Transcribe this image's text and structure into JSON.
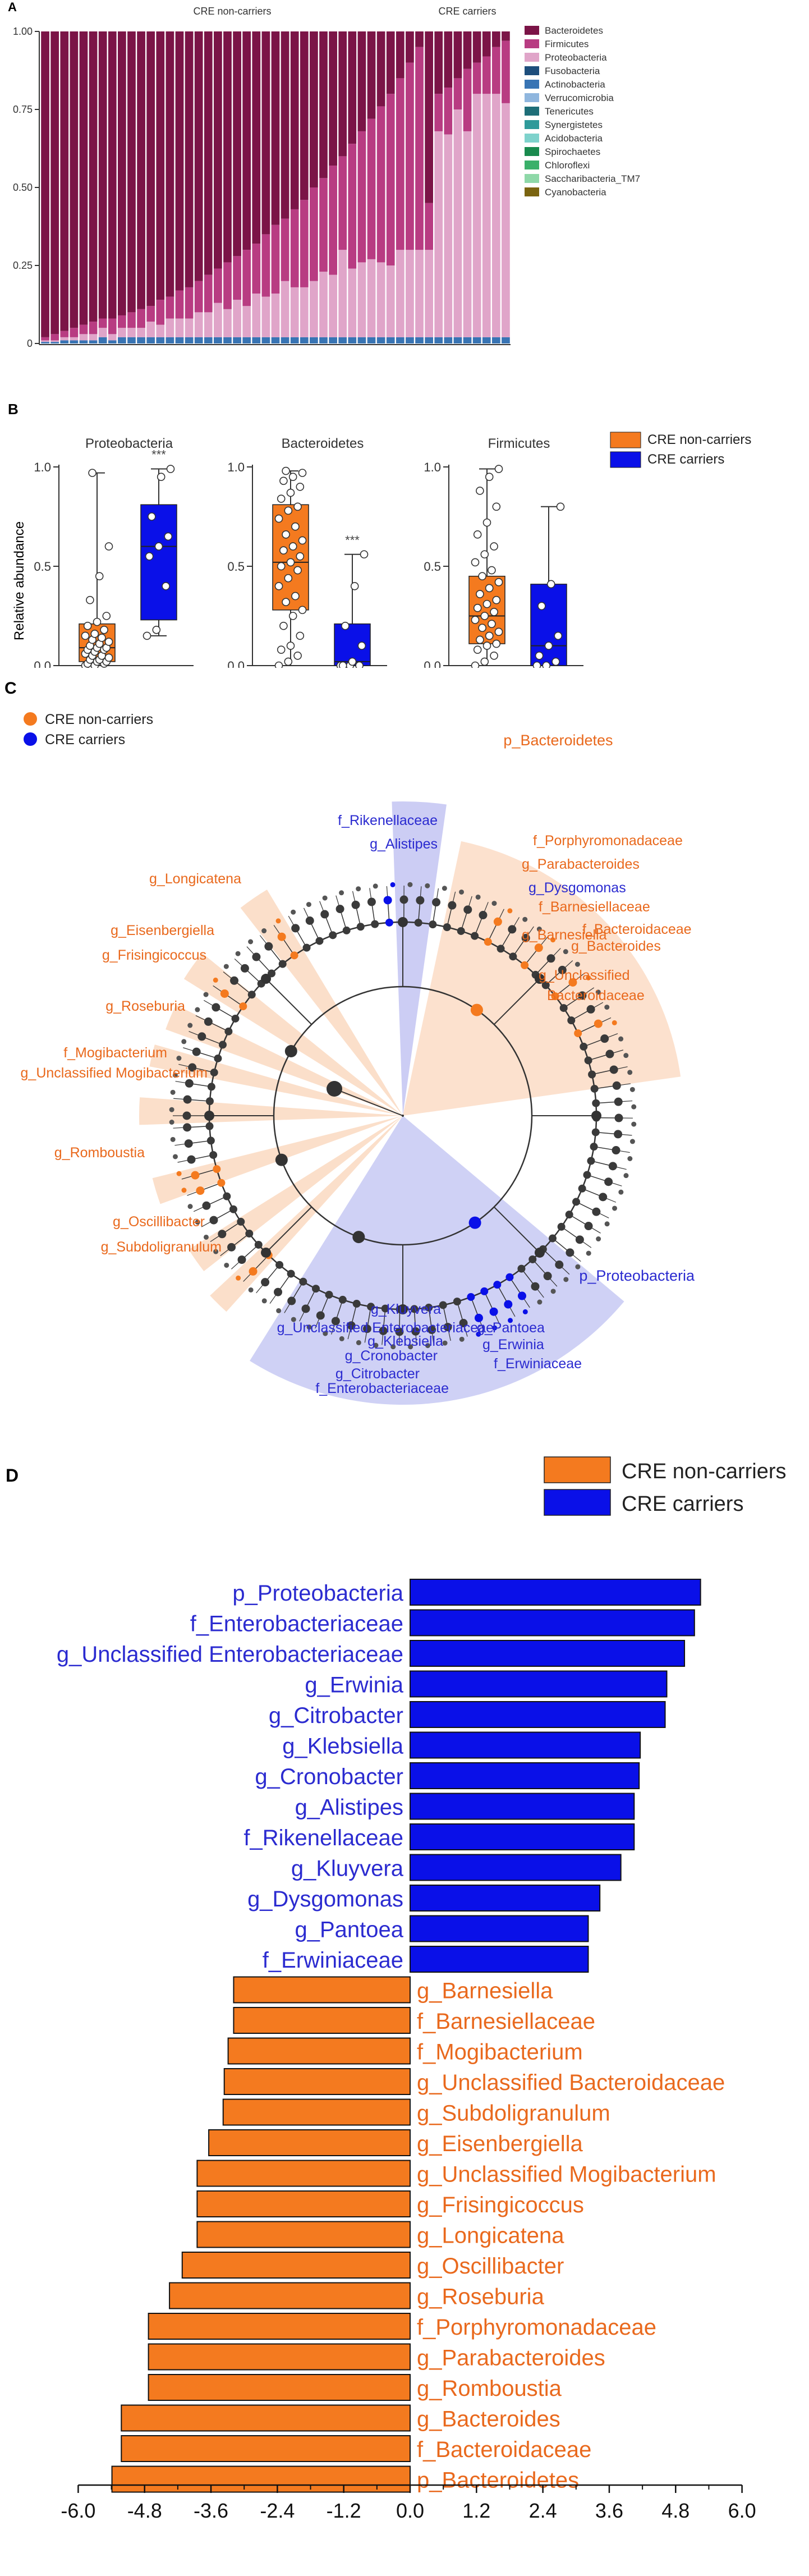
{
  "panels": {
    "a": "A",
    "b": "B",
    "c": "C",
    "d": "D"
  },
  "colors": {
    "noncarrier": "#f47a1f",
    "carrier": "#0a10e8",
    "noncarrier_text": "#e9691d",
    "carrier_text": "#2b2bd0"
  },
  "chart_data": [
    {
      "type": "bar",
      "id": "A",
      "stacked": true,
      "group_labels": [
        "CRE non-carriers",
        "CRE carriers"
      ],
      "n_noncarriers": 40,
      "n_carriers": 9,
      "yticks": [
        "0",
        "0.25",
        "0.50",
        "0.75",
        "1.00"
      ],
      "ylim": [
        0,
        1
      ],
      "legend": [
        {
          "name": "Bacteroidetes",
          "color": "#7b1447"
        },
        {
          "name": "Firmicutes",
          "color": "#b83c82"
        },
        {
          "name": "Proteobacteria",
          "color": "#e0a5c9"
        },
        {
          "name": "Fusobacteria",
          "color": "#1e4e7c"
        },
        {
          "name": "Actinobacteria",
          "color": "#3874b4"
        },
        {
          "name": "Verrucomicrobia",
          "color": "#8fb6de"
        },
        {
          "name": "Tenericutes",
          "color": "#1e6e78"
        },
        {
          "name": "Synergistetes",
          "color": "#2e9a9a"
        },
        {
          "name": "Acidobacteria",
          "color": "#7ed2cc"
        },
        {
          "name": "Spirochaetes",
          "color": "#198a4e"
        },
        {
          "name": "Chloroflexi",
          "color": "#3ab06a"
        },
        {
          "name": "Saccharibacteria_TM7",
          "color": "#8ed8a8"
        },
        {
          "name": "Cyanobacteria",
          "color": "#7a6410"
        }
      ],
      "samples_bacteroidetes": [
        0.98,
        0.97,
        0.96,
        0.95,
        0.94,
        0.93,
        0.92,
        0.92,
        0.91,
        0.9,
        0.89,
        0.88,
        0.86,
        0.85,
        0.83,
        0.82,
        0.8,
        0.78,
        0.76,
        0.74,
        0.72,
        0.7,
        0.68,
        0.65,
        0.62,
        0.6,
        0.57,
        0.54,
        0.5,
        0.47,
        0.43,
        0.4,
        0.36,
        0.32,
        0.28,
        0.24,
        0.2,
        0.15,
        0.1,
        0.05,
        0.55,
        0.2,
        0.18,
        0.15,
        0.12,
        0.1,
        0.08,
        0.05,
        0.03
      ],
      "samples_firmicutes": [
        0.01,
        0.02,
        0.02,
        0.03,
        0.03,
        0.04,
        0.03,
        0.05,
        0.04,
        0.05,
        0.06,
        0.05,
        0.08,
        0.07,
        0.09,
        0.1,
        0.1,
        0.12,
        0.11,
        0.15,
        0.14,
        0.18,
        0.16,
        0.2,
        0.22,
        0.2,
        0.25,
        0.28,
        0.3,
        0.3,
        0.35,
        0.3,
        0.4,
        0.42,
        0.45,
        0.5,
        0.55,
        0.55,
        0.6,
        0.65,
        0.15,
        0.12,
        0.15,
        0.1,
        0.2,
        0.1,
        0.12,
        0.15,
        0.2
      ],
      "samples_proteobacteria": [
        0.005,
        0.005,
        0.01,
        0.01,
        0.02,
        0.02,
        0.03,
        0.02,
        0.03,
        0.03,
        0.03,
        0.05,
        0.04,
        0.06,
        0.06,
        0.06,
        0.08,
        0.08,
        0.11,
        0.09,
        0.12,
        0.1,
        0.14,
        0.13,
        0.14,
        0.18,
        0.16,
        0.16,
        0.18,
        0.21,
        0.2,
        0.28,
        0.22,
        0.24,
        0.25,
        0.24,
        0.23,
        0.28,
        0.28,
        0.28,
        0.28,
        0.66,
        0.65,
        0.73,
        0.66,
        0.78,
        0.78,
        0.78,
        0.75
      ],
      "samples_other": [
        0.005,
        0.005,
        0.01,
        0.01,
        0.01,
        0.01,
        0.02,
        0.01,
        0.02,
        0.02,
        0.02,
        0.02,
        0.02,
        0.02,
        0.02,
        0.02,
        0.02,
        0.02,
        0.02,
        0.02,
        0.02,
        0.02,
        0.02,
        0.02,
        0.02,
        0.02,
        0.02,
        0.02,
        0.02,
        0.02,
        0.02,
        0.02,
        0.02,
        0.02,
        0.02,
        0.02,
        0.02,
        0.02,
        0.02,
        0.02,
        0.02,
        0.02,
        0.02,
        0.02,
        0.02,
        0.02,
        0.02,
        0.02,
        0.02
      ]
    },
    {
      "type": "box",
      "id": "B",
      "ylabel": "Relative abundance",
      "yticks": [
        "0.0",
        "0.5",
        "1.0"
      ],
      "ylim": [
        0,
        1
      ],
      "legend": [
        "CRE non-carriers",
        "CRE carriers"
      ],
      "subplots": [
        {
          "title": "Proteobacteria",
          "significance": "***",
          "noncarriers": {
            "min": 0.0,
            "q1": 0.02,
            "median": 0.09,
            "q3": 0.21,
            "max": 0.97,
            "points": [
              0.0,
              0.0,
              0.01,
              0.01,
              0.02,
              0.02,
              0.03,
              0.03,
              0.04,
              0.05,
              0.05,
              0.06,
              0.07,
              0.08,
              0.08,
              0.09,
              0.09,
              0.1,
              0.11,
              0.12,
              0.13,
              0.14,
              0.15,
              0.16,
              0.18,
              0.2,
              0.22,
              0.25,
              0.33,
              0.45,
              0.6,
              0.97
            ]
          },
          "carriers": {
            "min": 0.15,
            "q1": 0.23,
            "median": 0.6,
            "q3": 0.81,
            "max": 0.99,
            "points": [
              0.15,
              0.18,
              0.4,
              0.55,
              0.6,
              0.65,
              0.75,
              0.95,
              0.99
            ]
          }
        },
        {
          "title": "Bacteroidetes",
          "significance": "***",
          "noncarriers": {
            "min": 0.0,
            "q1": 0.28,
            "median": 0.52,
            "q3": 0.81,
            "max": 0.98,
            "points": [
              0.0,
              0.02,
              0.05,
              0.08,
              0.1,
              0.15,
              0.2,
              0.25,
              0.28,
              0.32,
              0.35,
              0.4,
              0.44,
              0.48,
              0.5,
              0.52,
              0.55,
              0.58,
              0.6,
              0.63,
              0.66,
              0.7,
              0.74,
              0.78,
              0.8,
              0.84,
              0.87,
              0.9,
              0.93,
              0.95,
              0.97,
              0.98
            ]
          },
          "carriers": {
            "min": 0.0,
            "q1": 0.0,
            "median": 0.02,
            "q3": 0.21,
            "max": 0.56,
            "points": [
              0.0,
              0.0,
              0.0,
              0.0,
              0.02,
              0.1,
              0.2,
              0.4,
              0.56
            ]
          }
        },
        {
          "title": "Firmicutes",
          "significance": "",
          "noncarriers": {
            "min": 0.0,
            "q1": 0.11,
            "median": 0.25,
            "q3": 0.45,
            "max": 0.99,
            "points": [
              0.0,
              0.02,
              0.05,
              0.08,
              0.1,
              0.11,
              0.13,
              0.15,
              0.17,
              0.19,
              0.21,
              0.23,
              0.25,
              0.27,
              0.29,
              0.31,
              0.33,
              0.36,
              0.39,
              0.42,
              0.45,
              0.48,
              0.52,
              0.56,
              0.6,
              0.66,
              0.72,
              0.8,
              0.88,
              0.95,
              0.99
            ]
          },
          "carriers": {
            "min": 0.0,
            "q1": 0.0,
            "median": 0.1,
            "q3": 0.41,
            "max": 0.8,
            "points": [
              0.0,
              0.0,
              0.02,
              0.05,
              0.1,
              0.15,
              0.3,
              0.41,
              0.8
            ]
          }
        }
      ]
    },
    {
      "type": "cladogram",
      "id": "C",
      "legend": [
        "CRE non-carriers",
        "CRE carriers"
      ],
      "labels": [
        {
          "text": "p_Bacteroidetes",
          "group": "noncarrier"
        },
        {
          "text": "f_Rikenellaceae",
          "group": "carrier"
        },
        {
          "text": "g_Alistipes",
          "group": "carrier"
        },
        {
          "text": "f_Porphyromonadaceae",
          "group": "noncarrier"
        },
        {
          "text": "g_Parabacteroides",
          "group": "noncarrier"
        },
        {
          "text": "g_Dysgomonas",
          "group": "carrier"
        },
        {
          "text": "f_Barnesiellaceae",
          "group": "noncarrier"
        },
        {
          "text": "g_Barnesiella",
          "group": "noncarrier"
        },
        {
          "text": "f_Bacteroidaceae",
          "group": "noncarrier"
        },
        {
          "text": "g_Bacteroides",
          "group": "noncarrier"
        },
        {
          "text": "g_Unclassified",
          "group": "noncarrier"
        },
        {
          "text": "Bacteroidaceae",
          "group": "noncarrier"
        },
        {
          "text": "g_Longicatena",
          "group": "noncarrier"
        },
        {
          "text": "g_Eisenbergiella",
          "group": "noncarrier"
        },
        {
          "text": "g_Frisingicoccus",
          "group": "noncarrier"
        },
        {
          "text": "g_Roseburia",
          "group": "noncarrier"
        },
        {
          "text": "f_Mogibacterium",
          "group": "noncarrier"
        },
        {
          "text": "g_Unclassified Mogibacterium",
          "group": "noncarrier"
        },
        {
          "text": "g_Romboustia",
          "group": "noncarrier"
        },
        {
          "text": "g_Oscillibacter",
          "group": "noncarrier"
        },
        {
          "text": "g_Subdoligranulum",
          "group": "noncarrier"
        },
        {
          "text": "p_Proteobacteria",
          "group": "carrier"
        },
        {
          "text": "g_Kluyvera",
          "group": "carrier"
        },
        {
          "text": "g_Unclassified Enterobacteriaceae",
          "group": "carrier"
        },
        {
          "text": "g_Klebsiella",
          "group": "carrier"
        },
        {
          "text": "g_Cronobacter",
          "group": "carrier"
        },
        {
          "text": "g_Citrobacter",
          "group": "carrier"
        },
        {
          "text": "f_Enterobacteriaceae",
          "group": "carrier"
        },
        {
          "text": "g_Pantoea",
          "group": "carrier"
        },
        {
          "text": "g_Erwinia",
          "group": "carrier"
        },
        {
          "text": "f_Erwiniaceae",
          "group": "carrier"
        }
      ]
    },
    {
      "type": "bar",
      "id": "D",
      "orientation": "horizontal",
      "legend": [
        "CRE non-carriers",
        "CRE carriers"
      ],
      "xticks": [
        "-6.0",
        "-4.8",
        "-3.6",
        "-2.4",
        "-1.2",
        "0.0",
        "1.2",
        "2.4",
        "3.6",
        "4.8",
        "6.0"
      ],
      "xlim": [
        -6.0,
        6.0
      ],
      "bars": [
        {
          "label": "p_Proteobacteria",
          "value": 5.25,
          "group": "carrier"
        },
        {
          "label": "f_Enterobacteriaceae",
          "value": 5.14,
          "group": "carrier"
        },
        {
          "label": "g_Unclassified Enterobacteriaceae",
          "value": 4.96,
          "group": "carrier"
        },
        {
          "label": "g_Erwinia",
          "value": 4.64,
          "group": "carrier"
        },
        {
          "label": "g_Citrobacter",
          "value": 4.61,
          "group": "carrier"
        },
        {
          "label": "g_Klebsiella",
          "value": 4.16,
          "group": "carrier"
        },
        {
          "label": "g_Cronobacter",
          "value": 4.14,
          "group": "carrier"
        },
        {
          "label": "g_Alistipes",
          "value": 4.05,
          "group": "carrier"
        },
        {
          "label": "f_Rikenellaceae",
          "value": 4.05,
          "group": "carrier"
        },
        {
          "label": "g_Kluyvera",
          "value": 3.81,
          "group": "carrier"
        },
        {
          "label": "g_Dysgomonas",
          "value": 3.43,
          "group": "carrier"
        },
        {
          "label": "g_Pantoea",
          "value": 3.22,
          "group": "carrier"
        },
        {
          "label": "f_Erwiniaceae",
          "value": 3.22,
          "group": "carrier"
        },
        {
          "label": "g_Barnesiella",
          "value": -3.19,
          "group": "noncarrier"
        },
        {
          "label": "f_Barnesiellaceae",
          "value": -3.19,
          "group": "noncarrier"
        },
        {
          "label": "f_Mogibacterium",
          "value": -3.29,
          "group": "noncarrier"
        },
        {
          "label": "g_Unclassified Bacteroidaceae",
          "value": -3.36,
          "group": "noncarrier"
        },
        {
          "label": "g_Subdoligranulum",
          "value": -3.38,
          "group": "noncarrier"
        },
        {
          "label": "g_Eisenbergiella",
          "value": -3.64,
          "group": "noncarrier"
        },
        {
          "label": "g_Unclassified Mogibacterium",
          "value": -3.85,
          "group": "noncarrier"
        },
        {
          "label": "g_Frisingicoccus",
          "value": -3.85,
          "group": "noncarrier"
        },
        {
          "label": "g_Longicatena",
          "value": -3.85,
          "group": "noncarrier"
        },
        {
          "label": "g_Oscillibacter",
          "value": -4.12,
          "group": "noncarrier"
        },
        {
          "label": "g_Roseburia",
          "value": -4.35,
          "group": "noncarrier"
        },
        {
          "label": "f_Porphyromonadaceae",
          "value": -4.73,
          "group": "noncarrier"
        },
        {
          "label": "g_Parabacteroides",
          "value": -4.73,
          "group": "noncarrier"
        },
        {
          "label": "g_Romboustia",
          "value": -4.73,
          "group": "noncarrier"
        },
        {
          "label": "g_Bacteroides",
          "value": -5.22,
          "group": "noncarrier"
        },
        {
          "label": "f_Bacteroidaceae",
          "value": -5.22,
          "group": "noncarrier"
        },
        {
          "label": "p_Bacteroidetes",
          "value": -5.39,
          "group": "noncarrier"
        }
      ]
    }
  ]
}
